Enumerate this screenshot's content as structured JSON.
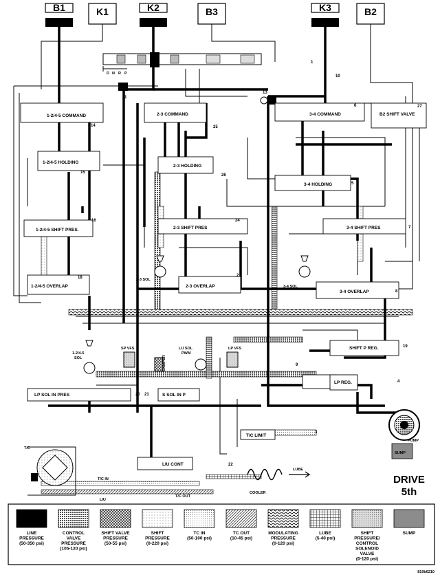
{
  "clutches": [
    {
      "label": "B1"
    },
    {
      "label": "K1"
    },
    {
      "label": "K2"
    },
    {
      "label": "B3"
    },
    {
      "label": "K3"
    },
    {
      "label": "B2"
    }
  ],
  "selector": {
    "letters": [
      "D",
      "N",
      "R",
      "P"
    ]
  },
  "valves": {
    "c1245_command": "1-2/4-5 COMMAND",
    "c1245_holding": "1-2/4-5 HOLDING",
    "c1245_shift_pres": "1-2/4-5 SHIFT PRES.",
    "c1245_overlap": "1-2/4-5 OVERLAP",
    "c23_command": "2-3 COMMAND",
    "c23_holding": "2-3 HOLDING",
    "c23_shift_pres": "2-3 SHIFT PRES",
    "c23_overlap": "2-3 OVERLAP",
    "c34_command": "3-4 COMMAND",
    "c34_holding": "3-4 HOLDING",
    "c34_shift_pres": "3-4 SHIFT PRES",
    "c34_overlap": "3-4 OVERLAP",
    "b2_shift": "B2 SHIFT VALVE",
    "shift_p_reg": "SHIFT P REG.",
    "lp_reg": "LP REG.",
    "lp_sol_in_pres": "LP SOL IN PRES",
    "s_sol_in_p": "S SOL IN P",
    "liu_cont": "LIU CONT",
    "tc_limit": "T/C LIMIT"
  },
  "solenoids": {
    "sol23": "2-3 SOL",
    "sol34": "3-4 SOL",
    "sol1245_a": "1-2/4-5",
    "sol1245_b": "SOL",
    "sp_vfs": "SP VFS",
    "lu_sol_a": "LU SOL",
    "lu_sol_b": "PWM",
    "lp_vfs": "LP VFS",
    "damper": "DAMPER"
  },
  "numbers": [
    "1",
    "2",
    "3",
    "4",
    "5",
    "6",
    "7",
    "8",
    "9",
    "10",
    "11",
    "13",
    "14",
    "15",
    "16",
    "18",
    "19",
    "20",
    "21",
    "22",
    "24",
    "25",
    "26",
    "27"
  ],
  "misc": {
    "tc": "T/C",
    "tc_in": "T/C IN",
    "tc_out": "T/C OUT",
    "liu": "LIU",
    "lube": "LUBE",
    "cooler": "COOLER",
    "pump": "PUMP",
    "sump": "SUMP"
  },
  "mode": {
    "line1": "DRIVE",
    "line2": "5th"
  },
  "legend": [
    {
      "name": "LINE PRESSURE",
      "range": "(50-350 psi)",
      "pattern": "solid-black"
    },
    {
      "name": "CONTROL VALVE PRESSURE",
      "range": "(105-120 psi)",
      "pattern": "dense-dots"
    },
    {
      "name": "SHIFT VALVE PRESSURE",
      "range": "(50-55 psi)",
      "pattern": "crosshatch"
    },
    {
      "name": "SHIFT PRESSURE",
      "range": "(0-220 psi)",
      "pattern": "light-dots"
    },
    {
      "name": "TC IN",
      "range": "(50-100 psi)",
      "pattern": "fine-dots"
    },
    {
      "name": "TC OUT",
      "range": "(10-45 psi)",
      "pattern": "diagonal"
    },
    {
      "name": "MODULATING PRESSURE",
      "range": "(0-120 psi)",
      "pattern": "wavy"
    },
    {
      "name": "LUBE",
      "range": "(5-40 psi)",
      "pattern": "grid"
    },
    {
      "name": "SHIFT PRESSURE/ CONTROL SOLENOID VALVE",
      "range": "(0-120 psi)",
      "pattern": "medium-dots"
    },
    {
      "name": "SUMP",
      "range": "",
      "pattern": "gray"
    }
  ],
  "figure_id": "810b6210",
  "colors": {
    "line_pressure": "#000000",
    "sump": "#8c8c8c",
    "background": "#ffffff"
  }
}
